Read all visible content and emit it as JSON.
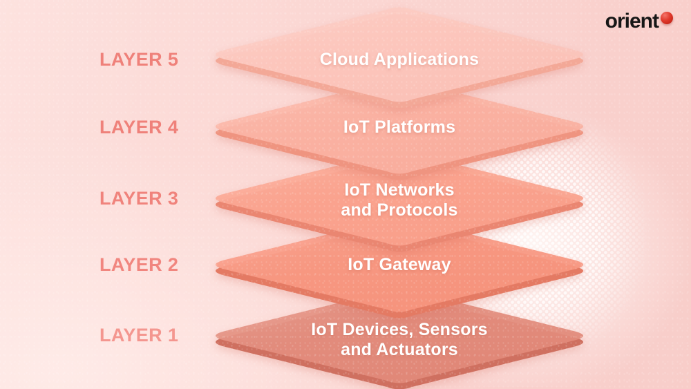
{
  "brand": {
    "name": "orient",
    "dot_color": "#d7261b"
  },
  "background": {
    "base_color": "#fbd5d1",
    "halftone_dot_color": "#ffffff"
  },
  "stack": {
    "layers": [
      {
        "label": "LAYER 1",
        "label_color": "#f4968f",
        "face_color": "#e28a7a",
        "edge_color": "#cf7060",
        "line1": "IoT Devices, Sensors",
        "line2": "and Actuators"
      },
      {
        "label": "LAYER 2",
        "label_color": "#f1867f",
        "face_color": "#f9967f",
        "edge_color": "#e47a63",
        "line1": "IoT Gateway"
      },
      {
        "label": "LAYER 3",
        "label_color": "#f0837c",
        "face_color": "#fba28d",
        "edge_color": "#ea8671",
        "line1": "IoT Networks",
        "line2": "and Protocols"
      },
      {
        "label": "LAYER 4",
        "label_color": "#ef817a",
        "face_color": "#fbb2a1",
        "edge_color": "#ef9480",
        "line1": "IoT Platforms"
      },
      {
        "label": "LAYER 5",
        "label_color": "#ef817a",
        "face_color": "#fcc6bc",
        "edge_color": "#f3a897",
        "line1": "Cloud Applications"
      }
    ]
  }
}
